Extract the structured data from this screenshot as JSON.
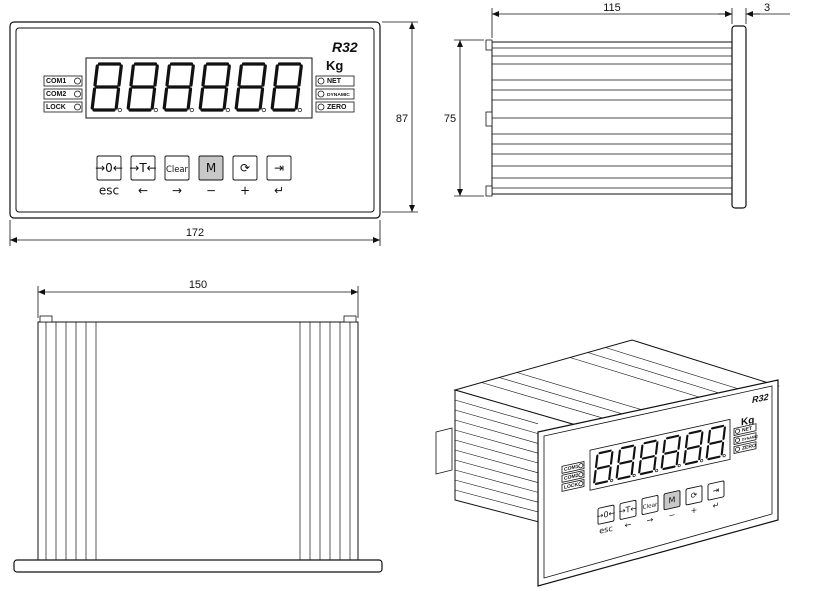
{
  "dimensions": {
    "front_width": "172",
    "front_height": "87",
    "side_depth": "115",
    "bezel_thickness": "3",
    "side_height": "75",
    "bottom_width": "150"
  },
  "panel": {
    "model": "R32",
    "unit": "Kg",
    "display_digits": [
      "8",
      "8",
      "8",
      "8",
      "8",
      "8"
    ],
    "left_indicators": [
      "COM1",
      "COM2",
      "LOCK"
    ],
    "right_indicators": [
      "NET",
      "DYNAMIC",
      "ZERO"
    ],
    "keys": [
      {
        "label": "→0←",
        "function": "esc"
      },
      {
        "label": "→T←",
        "function": "←"
      },
      {
        "label": "Clear",
        "function": "→"
      },
      {
        "label": "M",
        "function": "−"
      },
      {
        "label": "⟳",
        "function": "+"
      },
      {
        "label": "⇥",
        "function": "↵"
      }
    ]
  },
  "iso_panel": {
    "model": "R32",
    "unit": "Kg",
    "display_digits": [
      "8",
      "8",
      "8",
      "8",
      "8",
      "8"
    ],
    "left_indicators": [
      "COM1",
      "COM2",
      "LOCK"
    ],
    "right_indicators": [
      "NET",
      "DYNAMIC",
      "ZERO"
    ],
    "keys": [
      {
        "label": "→0←",
        "function": "esc"
      },
      {
        "label": "→T←",
        "function": "←"
      },
      {
        "label": "Clear",
        "function": "→"
      },
      {
        "label": "M",
        "function": "−"
      },
      {
        "label": "⟳",
        "function": "+"
      },
      {
        "label": "⇥",
        "function": "↵"
      }
    ]
  }
}
